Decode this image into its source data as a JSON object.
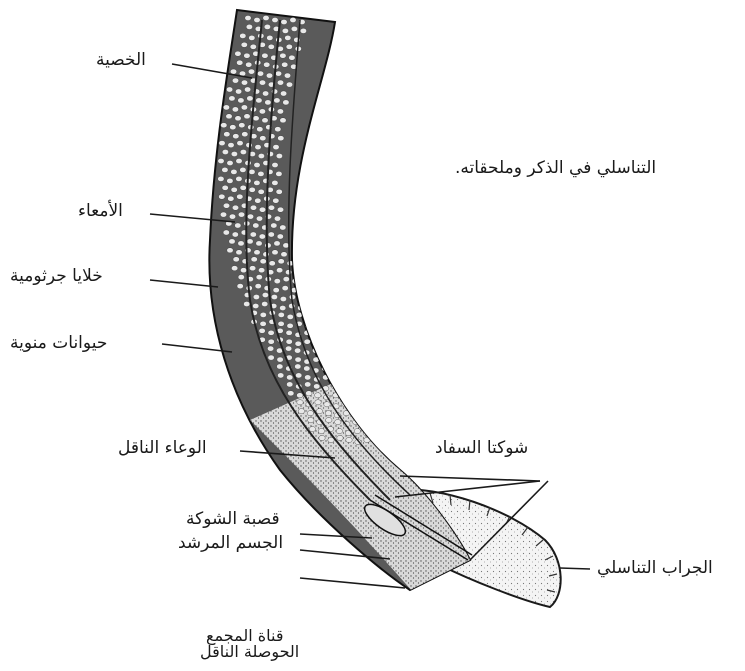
{
  "caption": "التناسلي في الذكر وملحقاته.",
  "labels": {
    "testis": "الخصية",
    "intestine": "الأمعاء",
    "germ_cells": "خلايا جرثومية",
    "sperm": "حيوانات منوية",
    "vas_deferens": "الوعاء الناقل",
    "spicules": "شوكتا السفاد",
    "spicule_sheath": "قصبة الشوكة",
    "gubernaculum": "الجسم المرشد",
    "bursa": "الجراب التناسلي",
    "bottom_line1": "قناة المجمع",
    "bottom_line2": "الحوصلة الناقل"
  },
  "colors": {
    "ink": "#1a1a1a",
    "body_fill": "#5a5a5a",
    "cells": "#e8e8e8",
    "background": "#ffffff"
  }
}
